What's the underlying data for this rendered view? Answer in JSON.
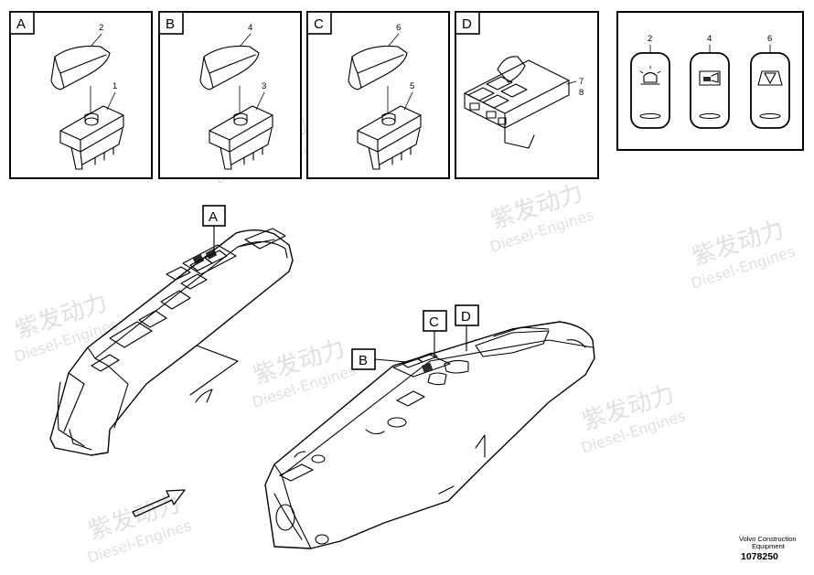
{
  "panels": [
    {
      "label": "A",
      "callouts": [
        "2",
        "1"
      ]
    },
    {
      "label": "B",
      "callouts": [
        "4",
        "3"
      ]
    },
    {
      "label": "C",
      "callouts": [
        "6",
        "5"
      ]
    },
    {
      "label": "D",
      "callouts": [
        "7",
        "8"
      ]
    }
  ],
  "symbol_panel": {
    "switches": [
      {
        "number": "2",
        "symbol": "beacon-icon"
      },
      {
        "number": "4",
        "symbol": "camera-icon"
      },
      {
        "number": "6",
        "symbol": "windshield-wiper-icon"
      }
    ]
  },
  "overview": {
    "left_console_label": "A",
    "right_console_labels": [
      "B",
      "C",
      "D"
    ]
  },
  "watermark": {
    "cn": "紫发动力",
    "en": "Diesel-Engines"
  },
  "footer": {
    "company_line1": "Volvo Construction",
    "company_line2": "Equipment",
    "part_number": "1078250"
  }
}
